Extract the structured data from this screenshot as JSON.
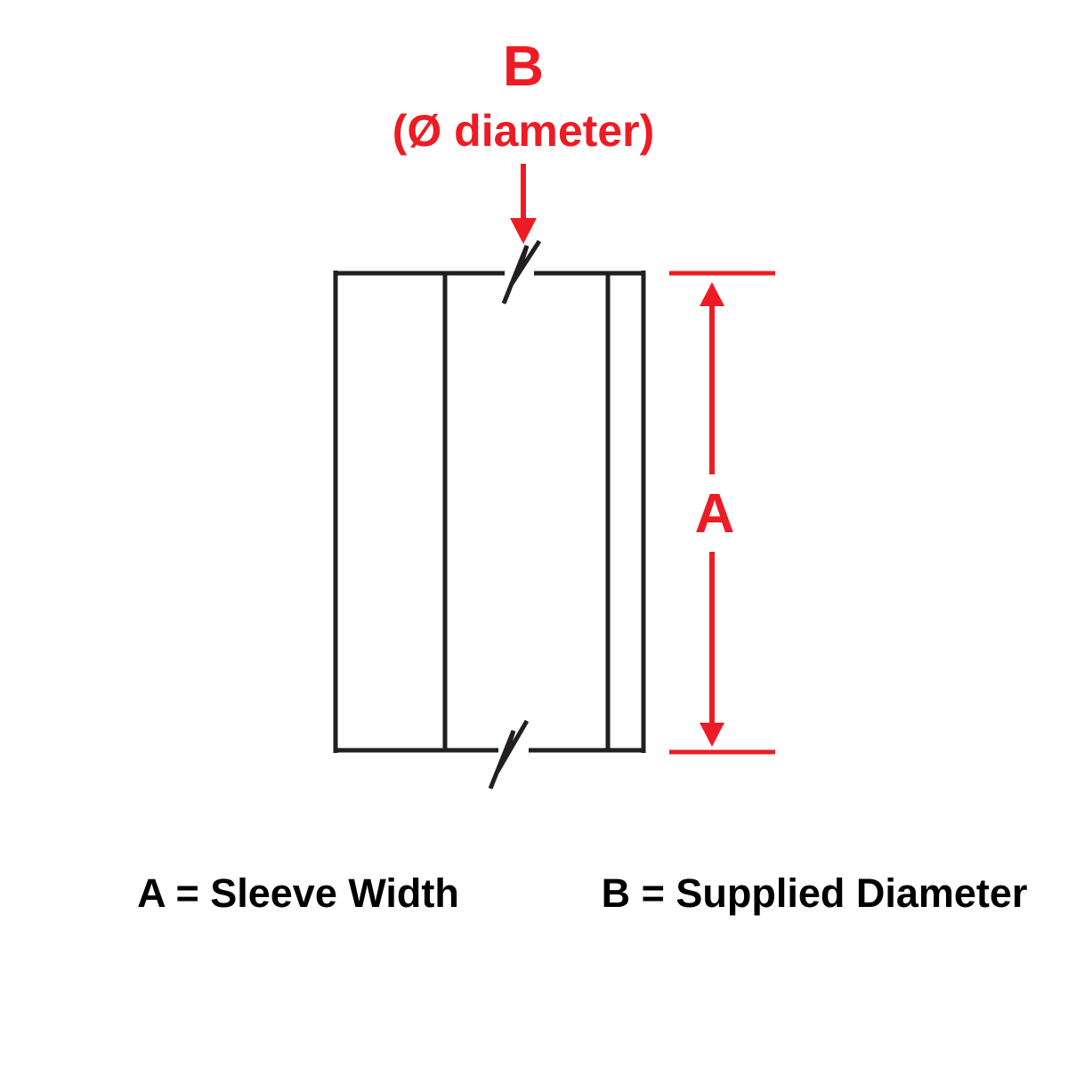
{
  "diagram": {
    "top_dimension": {
      "label": "B",
      "sublabel": "(Ø diameter)"
    },
    "side_dimension": {
      "label": "A"
    },
    "legend": {
      "a": "A = Sleeve Width",
      "b": "B = Supplied Diameter"
    },
    "colors": {
      "accent_red": "#ED1C24",
      "line_black": "#231F20",
      "background": "#FFFFFF"
    }
  }
}
